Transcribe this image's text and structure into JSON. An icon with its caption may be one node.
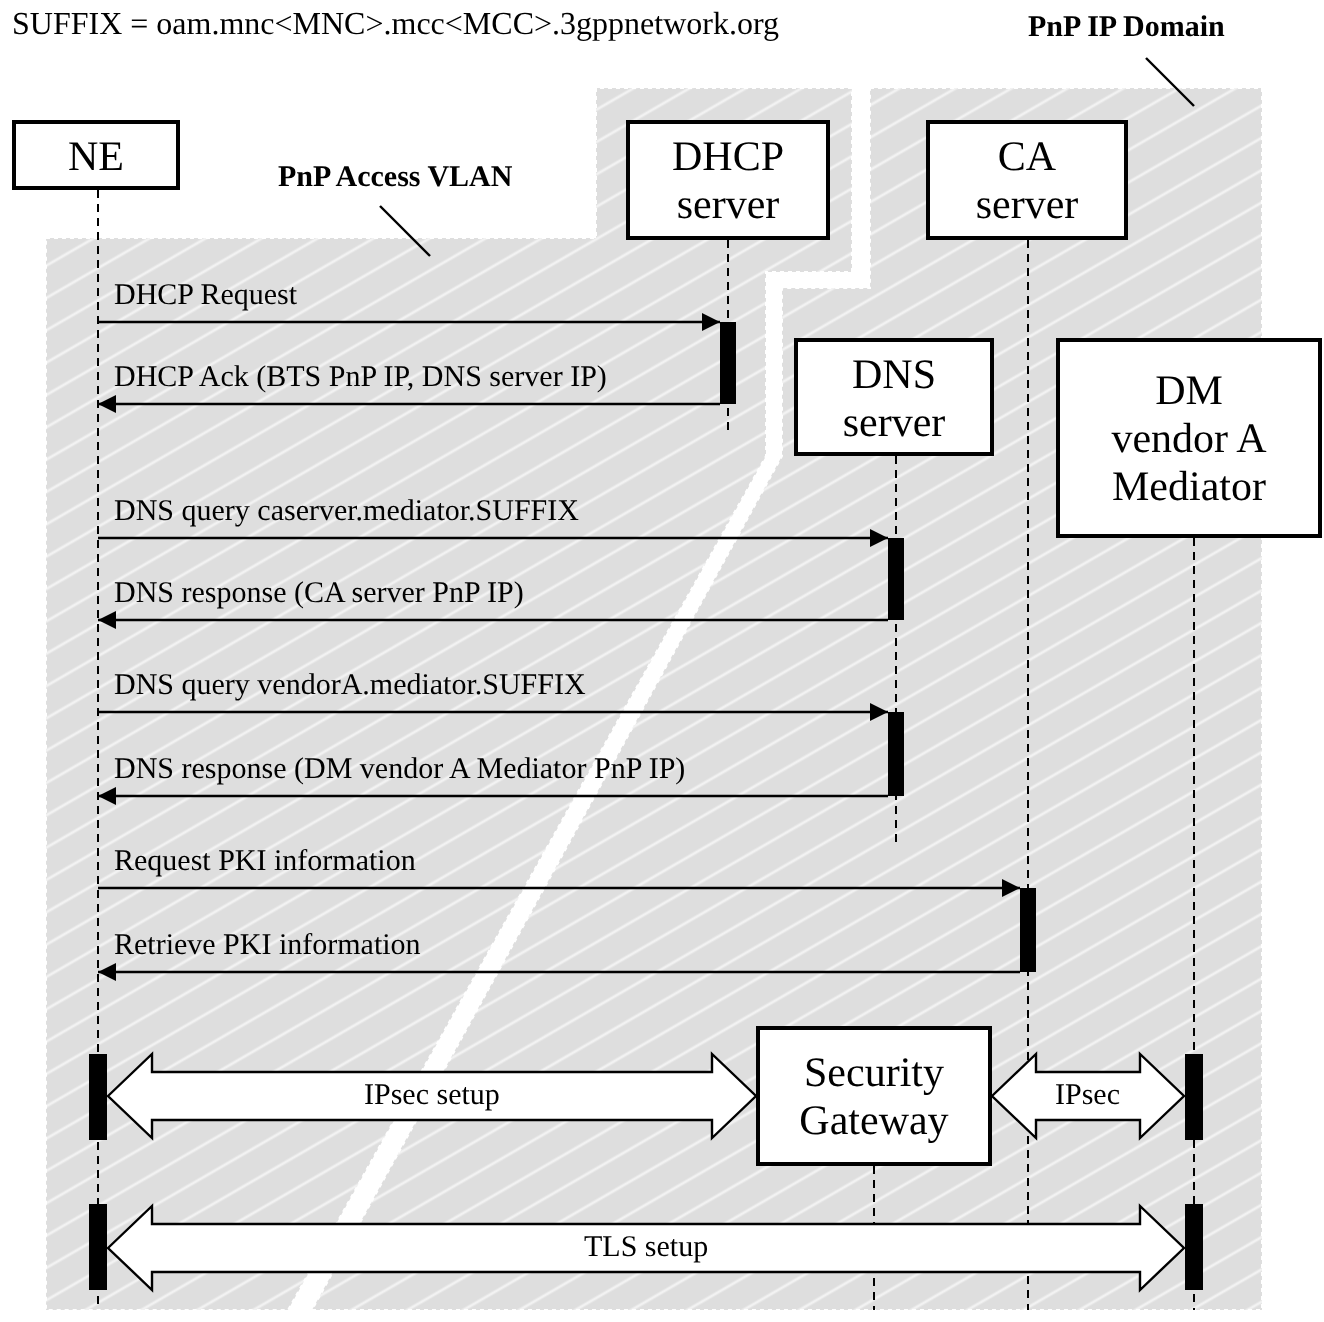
{
  "diagram": {
    "nodes": [
      {
        "text": [
          "PnP Access VLAN"
        ]
      },
      {
        "text": [],
        "shape": "box"
      },
      {
        "text": [
          "PnP IP Domain"
        ]
      },
      {
        "text": [],
        "shape": "box"
      },
      {
        "text": [
          "NE"
        ]
      },
      {
        "text": [
          "DHCP server"
        ],
        "in": 1
      },
      {
        "text": [
          "CA server"
        ],
        "in": 3
      },
      {
        "text": [
          "DNS server"
        ],
        "in": 3
      },
      {
        "text": [
          "DM vendor A Mediator"
        ]
      },
      {
        "text": [
          "Security Gateway"
        ],
        "in": 3
      }
    ],
    "edges": [
      {
        "from": 0,
        "to": 1,
        "arrow": "none"
      },
      {
        "from": 2,
        "to": 3,
        "arrow": "none"
      },
      {
        "from": 4,
        "to": 5,
        "arrow": "to",
        "label": "DHCP Request"
      },
      {
        "from": 5,
        "to": 4,
        "arrow": "to",
        "label": "DHCP Ack (BTS PnP IP, DNS server IP)"
      },
      {
        "from": 4,
        "to": 7,
        "arrow": "to",
        "label": "DNS query caserver.mediator.SUFFIX"
      },
      {
        "from": 7,
        "to": 4,
        "arrow": "to",
        "label": "DNS response (CA server PnP IP)"
      },
      {
        "from": 4,
        "to": 7,
        "arrow": "to",
        "label": "DNS query vendorA.mediator.SUFFIX"
      },
      {
        "from": 7,
        "to": 4,
        "arrow": "to",
        "label": "DNS response (DM vendor A Mediator PnP IP)"
      },
      {
        "from": 4,
        "to": 6,
        "arrow": "to",
        "label": "Request PKI information"
      },
      {
        "from": 6,
        "to": 4,
        "arrow": "to",
        "label": "Retrieve PKI information"
      },
      {
        "from": 4,
        "to": 9,
        "arrow": "both",
        "label": "IPsec setup"
      },
      {
        "from": 9,
        "to": 8,
        "arrow": "both",
        "label": "IPsec"
      },
      {
        "from": 4,
        "to": 8,
        "arrow": "both",
        "label": "TLS setup"
      }
    ],
    "labels": [
      "SUFFIX = oam.mnc<MNC>.mcc<MCC>.3gppnetwork.org"
    ]
  }
}
